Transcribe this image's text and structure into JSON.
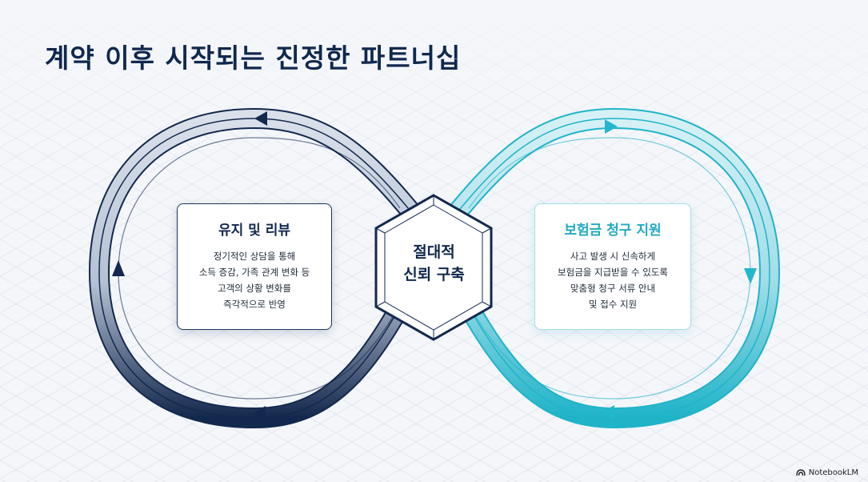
{
  "title": "계약 이후 시작되는 진정한 파트너십",
  "center": {
    "line1": "절대적",
    "line2": "신뢰 구축"
  },
  "left_card": {
    "heading": "유지 및 리뷰",
    "lines": [
      "정기적인 상담을 통해",
      "소득 증감, 가족 관계 변화 등",
      "고객의 상황 변화를",
      "즉각적으로 반영"
    ]
  },
  "right_card": {
    "heading": "보험금 청구 지원",
    "lines": [
      "사고 발생 시 신속하게",
      "보험금을 지급받을 수 있도록",
      "맞춤형 청구 서류 안내",
      "및 접수 지원"
    ]
  },
  "branding": {
    "logo_icon": "notebooklm-logo-icon",
    "text": "NotebookLM"
  },
  "colors": {
    "navy": "#13284d",
    "cyan": "#27b5cb",
    "background": "#f4f6fa"
  }
}
